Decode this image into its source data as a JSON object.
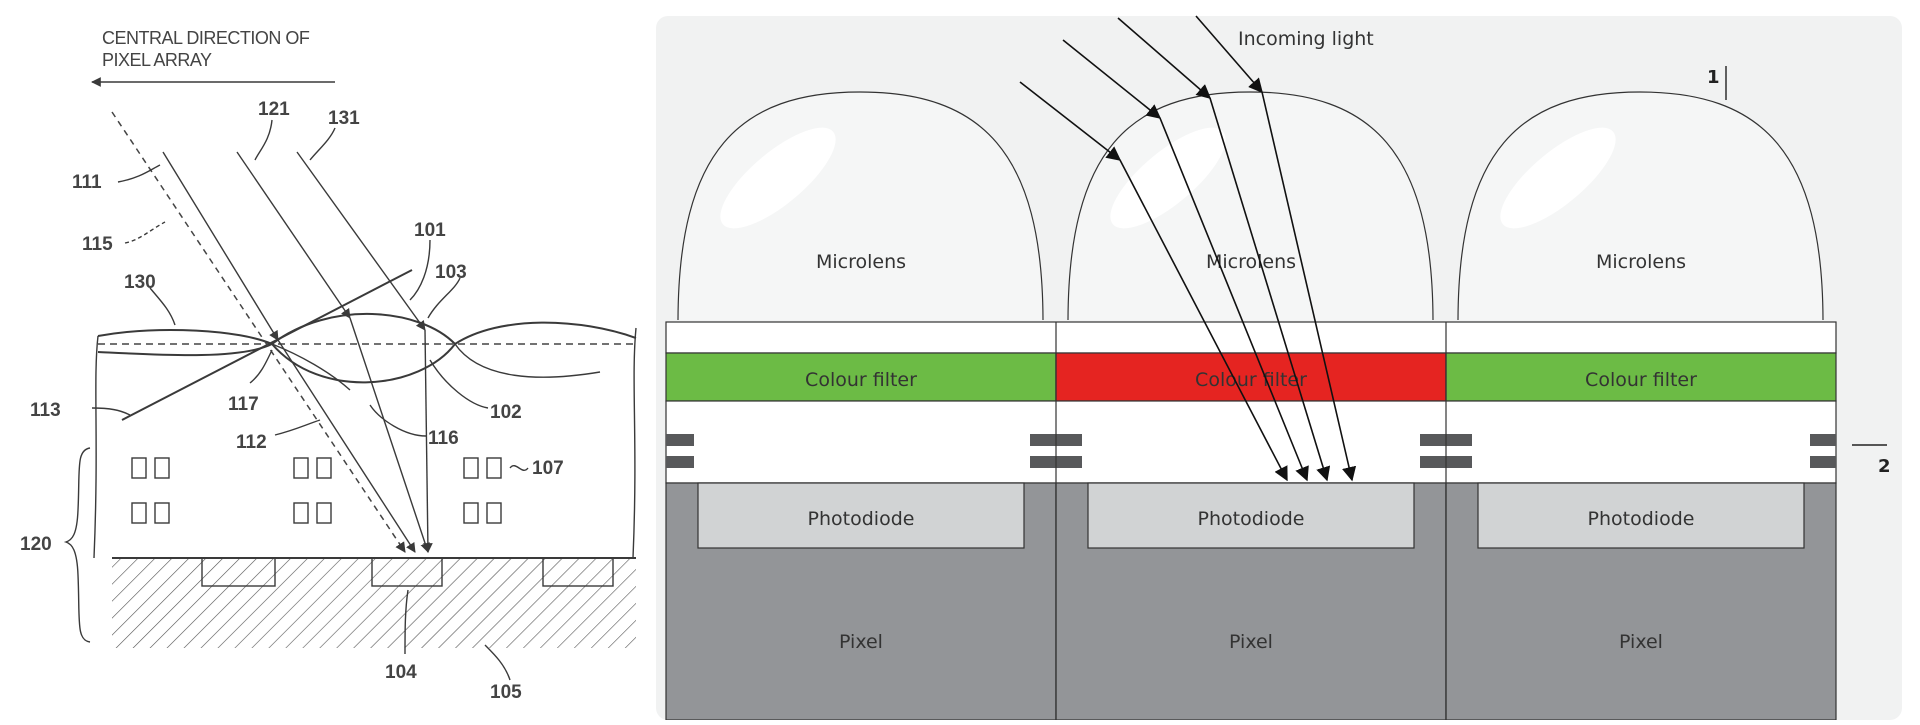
{
  "left_figure": {
    "title_line1": "CENTRAL DIRECTION OF",
    "title_line2": "PIXEL ARRAY",
    "labels": {
      "l111": "111",
      "l121": "121",
      "l131": "131",
      "l115": "115",
      "l101": "101",
      "l103": "103",
      "l130": "130",
      "l113": "113",
      "l117": "117",
      "l112": "112",
      "l116": "116",
      "l102": "102",
      "l107": "107",
      "l120": "120",
      "l104": "104",
      "l105": "105"
    }
  },
  "right_figure": {
    "incoming_light": "Incoming light",
    "ref_1": "1",
    "ref_2": "2",
    "microlens_label": "Microlens",
    "colour_filter_label": "Colour filter",
    "photodiode_label": "Photodiode",
    "pixel_label": "Pixel",
    "colors": {
      "green_filter": "#6cbb45",
      "red_filter": "#e52421",
      "pixel_fill": "#939598",
      "photodiode_fill": "#d1d3d4",
      "panel_bg": "#f1f2f2",
      "metal": "#58595b"
    }
  }
}
